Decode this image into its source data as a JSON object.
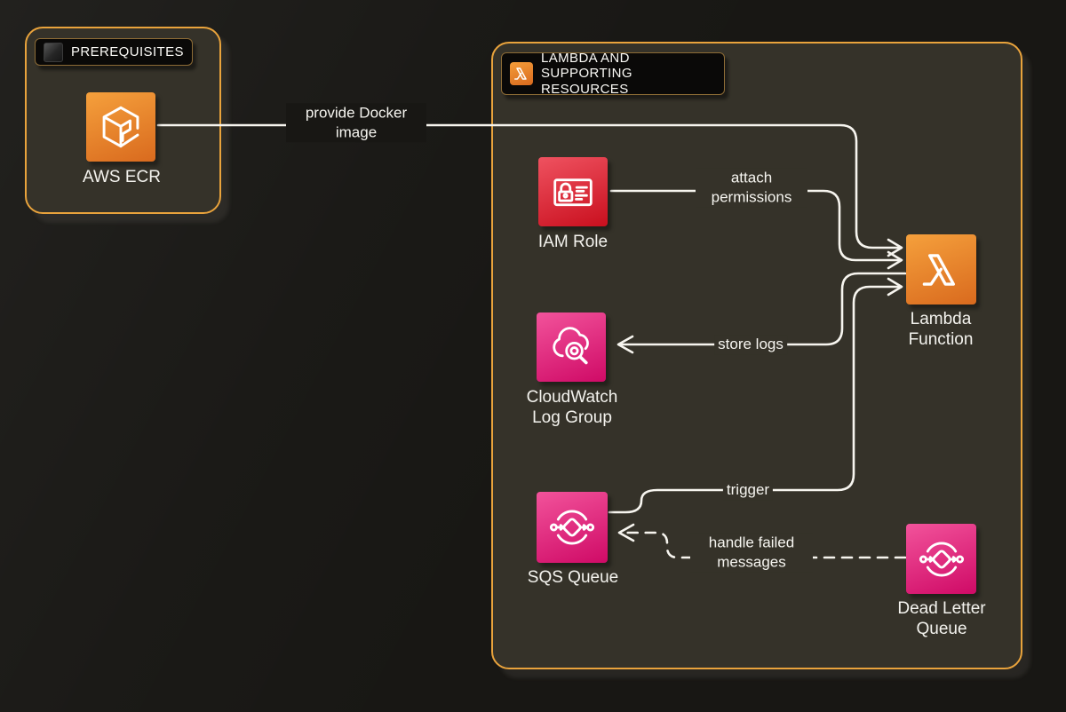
{
  "diagram": {
    "title_implicit": "AWS Lambda container deployment architecture",
    "groups": [
      {
        "id": "prerequisites",
        "label": "PREREQUISITES",
        "icon": "swatch-icon"
      },
      {
        "id": "lambda-resources",
        "label": "LAMBDA AND SUPPORTING RESOURCES",
        "icon": "lambda-icon"
      }
    ],
    "nodes": [
      {
        "id": "ecr",
        "label": "AWS ECR",
        "icon": "ecr-icon",
        "color": "#e98a2e"
      },
      {
        "id": "iam-role",
        "label": "IAM Role",
        "icon": "iam-role-icon",
        "color": "#dd3344"
      },
      {
        "id": "cloudwatch-log-group",
        "label": "CloudWatch Log Group",
        "icon": "cloudwatch-logs-icon",
        "color": "#e7157b"
      },
      {
        "id": "sqs-queue",
        "label": "SQS Queue",
        "icon": "sqs-icon",
        "color": "#e7157b"
      },
      {
        "id": "lambda-function",
        "label": "Lambda Function",
        "icon": "lambda-icon",
        "color": "#e98a2e"
      },
      {
        "id": "dead-letter-queue",
        "label": "Dead Letter Queue",
        "icon": "sqs-icon",
        "color": "#e7157b"
      }
    ],
    "edges": [
      {
        "from": "ecr",
        "to": "lambda-function",
        "label": "provide Docker image",
        "style": "solid"
      },
      {
        "from": "iam-role",
        "to": "lambda-function",
        "label": "attach permissions",
        "style": "solid"
      },
      {
        "from": "lambda-function",
        "to": "cloudwatch-log-group",
        "label": "store logs",
        "style": "solid"
      },
      {
        "from": "sqs-queue",
        "to": "lambda-function",
        "label": "trigger",
        "style": "solid"
      },
      {
        "from": "dead-letter-queue",
        "to": "sqs-queue",
        "label": "handle failed messages",
        "style": "dashed"
      }
    ],
    "colors": {
      "background": "#181714",
      "group_fill": "#353229",
      "group_border": "#E9A33C",
      "line": "#F7F5EF",
      "text": "#F4F3EE",
      "header_fill": "#0A0908",
      "aws_orange": "#D96A1E",
      "aws_red": "#C90F1E",
      "aws_pink": "#CF0A66"
    }
  }
}
